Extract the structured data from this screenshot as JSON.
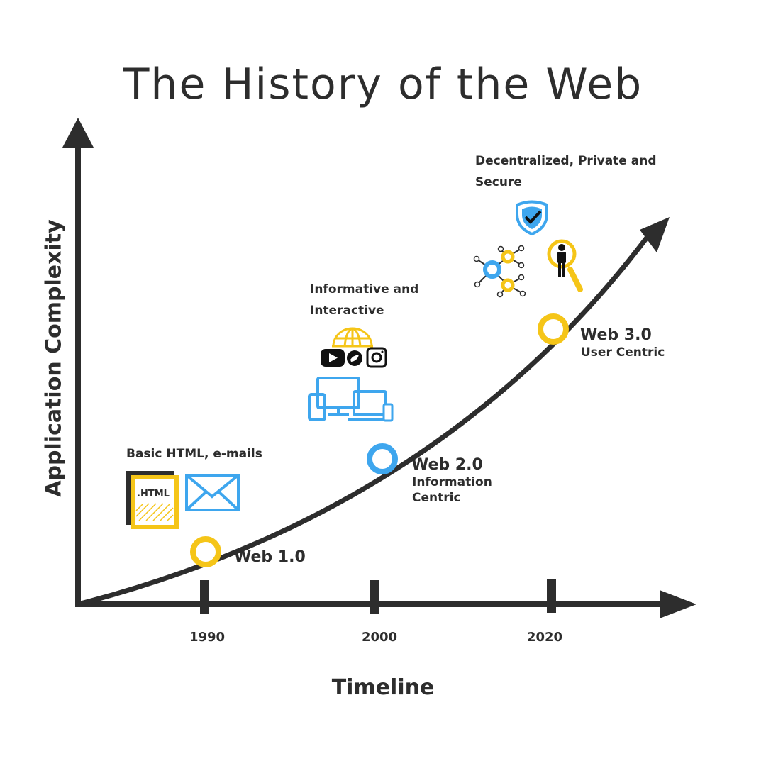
{
  "title": "The History of the Web",
  "y_axis_label": "Application Complexity",
  "x_axis_label": "Timeline",
  "ticks": [
    "1990",
    "2000",
    "2020"
  ],
  "eras": [
    {
      "name": "Web 1.0",
      "subtitle": "",
      "description": "Basic HTML, e-mails",
      "color": "#f5c518"
    },
    {
      "name": "Web 2.0",
      "subtitle": "Information Centric",
      "description": "Informative and Interactive",
      "color": "#3ea6ee"
    },
    {
      "name": "Web 3.0",
      "subtitle": "User Centric",
      "description": "Decentralized, Private and Secure",
      "color": "#f5c518"
    }
  ],
  "icons": {
    "html_file_label": ".HTML",
    "web1": [
      "html-file-icon",
      "envelope-icon"
    ],
    "web2": [
      "globe-icon",
      "youtube-icon",
      "twitter-icon",
      "instagram-icon",
      "desktop-icon",
      "tablet-icon",
      "laptop-icon",
      "phone-icon"
    ],
    "web3": [
      "shield-icon",
      "network-icon",
      "user-search-icon"
    ]
  },
  "colors": {
    "axis": "#2d2d2d",
    "yellow": "#f5c518",
    "blue": "#3ea6ee"
  }
}
